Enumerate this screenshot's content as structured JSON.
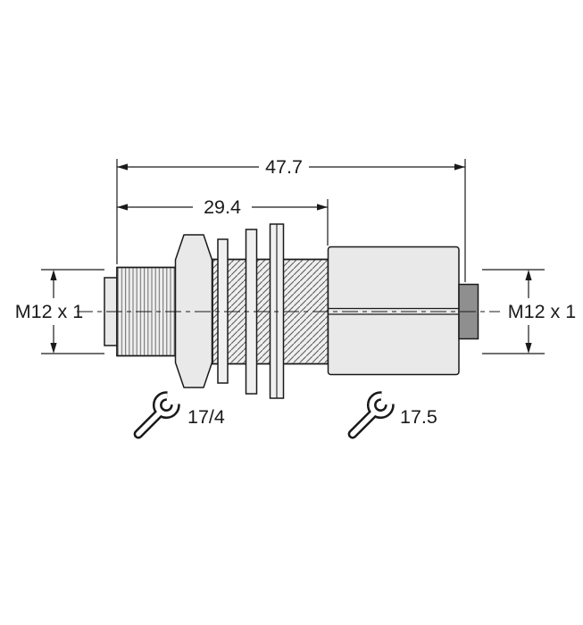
{
  "drawing": {
    "type": "technical-dimension-drawing",
    "subject": "M12 bulkhead connector side view"
  },
  "colors": {
    "line": "#1a1a1a",
    "part_fill": "#e9e9e9",
    "washer_fill": "#f0f0f0",
    "tip_fill": "#8f8f8f"
  },
  "labels": {
    "dim_overall": "47.7",
    "dim_thread": "29.4",
    "thread_left": "M12 x 1",
    "thread_right": "M12 x 1",
    "wrench_left": "17/4",
    "wrench_right": "17.5"
  },
  "icons": {
    "wrench_left": "open-end-wrench",
    "wrench_right": "open-end-wrench"
  }
}
